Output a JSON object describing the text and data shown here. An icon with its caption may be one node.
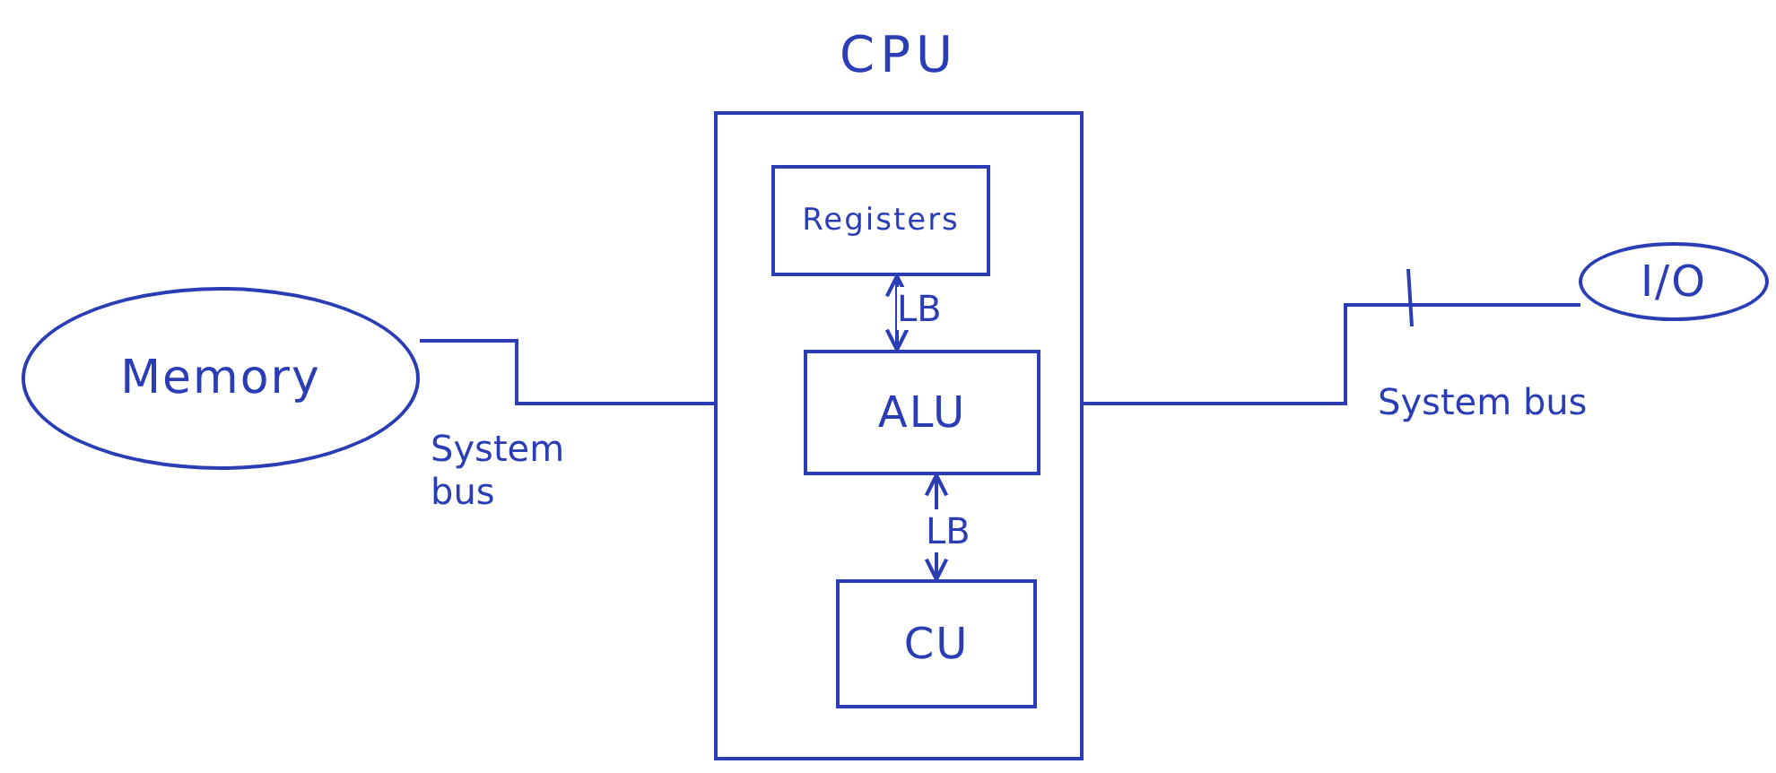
{
  "diagram": {
    "nodes": [
      {
        "text": [
          "CPU"
        ]
      },
      {
        "text": [
          "Registers"
        ],
        "in": 0
      },
      {
        "text": [
          "ALU"
        ],
        "in": 0
      },
      {
        "text": [
          "CU"
        ],
        "in": 0
      },
      {
        "text": [
          "Memory"
        ]
      },
      {
        "text": [
          "I/O"
        ]
      }
    ],
    "edges": [
      {
        "from": 1,
        "to": 2,
        "arrow": "both",
        "label": "LB"
      },
      {
        "from": 2,
        "to": 3,
        "arrow": "both",
        "label": "LB"
      },
      {
        "from": 4,
        "to": 0,
        "arrow": "none",
        "label": "System bus"
      },
      {
        "from": 0,
        "to": 5,
        "arrow": "none",
        "label": "System bus"
      }
    ]
  }
}
